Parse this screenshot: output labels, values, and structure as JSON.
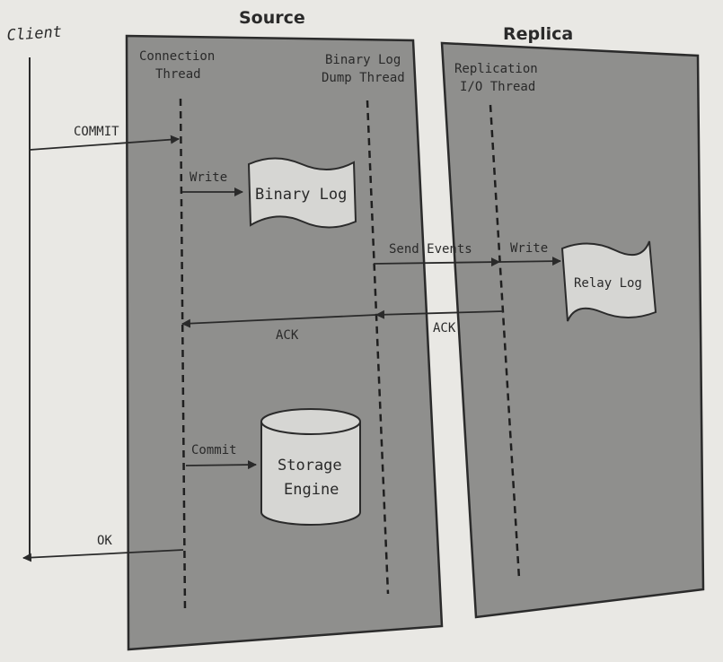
{
  "client": {
    "title": "Client"
  },
  "source": {
    "title": "Source",
    "connection_thread": [
      "Connection",
      "Thread"
    ],
    "dump_thread": [
      "Binary Log",
      "Dump Thread"
    ],
    "binary_log": "Binary Log",
    "storage_engine": [
      "Storage",
      "Engine"
    ]
  },
  "replica": {
    "title": "Replica",
    "io_thread": [
      "Replication",
      "I/O Thread"
    ],
    "relay_log": "Relay Log"
  },
  "messages": {
    "commit_request": "COMMIT",
    "write_binlog": "Write",
    "send_events": "Send Events",
    "write_relay": "Write",
    "ack_replica": "ACK",
    "ack_source": "ACK",
    "commit_engine": "Commit",
    "ok_response": "OK"
  },
  "colors": {
    "panel_fill": "#8f8f8d",
    "panel_border": "#2b2b2b",
    "doc_fill": "#d6d6d3",
    "page_background": "#e9e8e4"
  }
}
